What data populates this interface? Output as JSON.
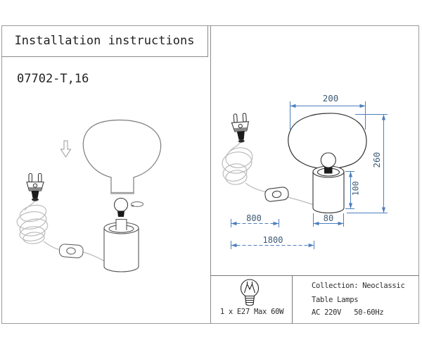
{
  "header": {
    "title": "Installation instructions",
    "model": "07702-T,16"
  },
  "dimensions": {
    "shade_width": "200",
    "total_height": "260",
    "base_height": "100",
    "base_width": "80",
    "cord_section": "800",
    "cord_total": "1800",
    "unit_note": "millimeters (implied)"
  },
  "spec": {
    "bulb": "1 x E27 Max 60W",
    "collection": "Collection: Neoclassic",
    "category": "Table Lamps",
    "power": "AC 220V   50-60Hz"
  },
  "colors": {
    "dimension_line": "#4d7fbe",
    "dimension_text": "#3d5a75",
    "drawing_ink": "#333333",
    "cord_gray": "#bbbbbb",
    "border_gray": "#9a9a9a"
  }
}
